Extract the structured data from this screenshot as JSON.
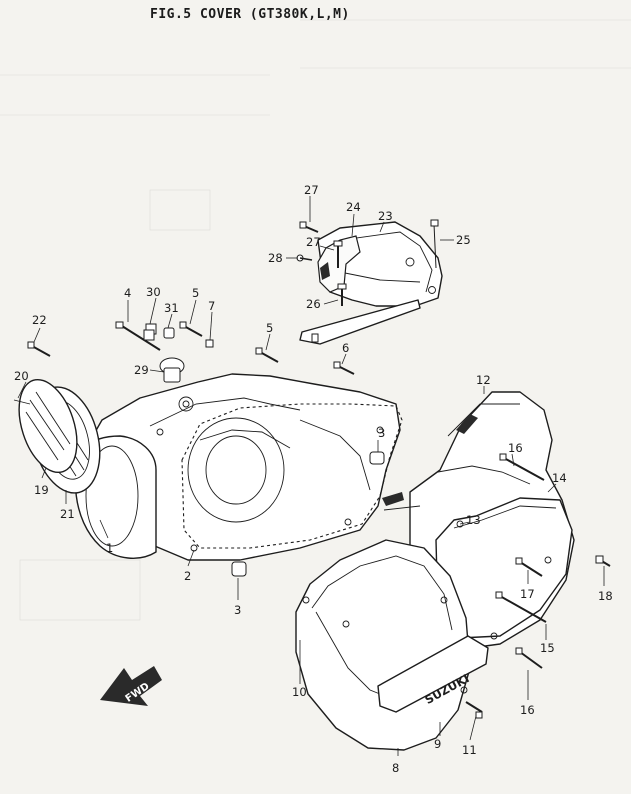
{
  "figure": {
    "title": "FIG.5  COVER (GT380K,L,M)"
  },
  "callouts": {
    "c1": "1",
    "c2": "2",
    "c3a": "3",
    "c3b": "3",
    "c4": "4",
    "c5a": "5",
    "c5b": "5",
    "c6": "6",
    "c7": "7",
    "c8": "8",
    "c9": "9",
    "c10": "10",
    "c11": "11",
    "c12": "12",
    "c13": "13",
    "c14": "14",
    "c15": "15",
    "c16a": "16",
    "c16b": "16",
    "c17": "17",
    "c18": "18",
    "c19": "19",
    "c20": "20",
    "c21": "21",
    "c22": "22",
    "c23": "23",
    "c24": "24",
    "c25": "25",
    "c26": "26",
    "c27a": "27",
    "c27b": "27",
    "c28": "28",
    "c29": "29",
    "c30": "30",
    "c31": "31"
  },
  "logo": {
    "brand": "SUZUKI",
    "arrow": "FWD"
  },
  "colors": {
    "paper": "#f4f3ef",
    "ink": "#1d1d1d"
  }
}
